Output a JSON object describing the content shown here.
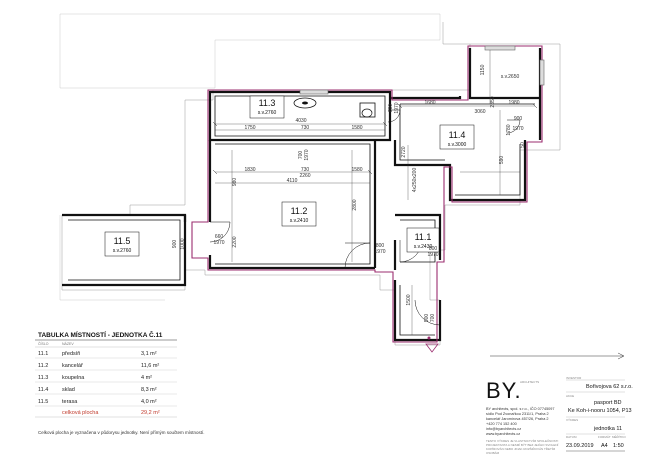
{
  "rooms": [
    {
      "id": "11.1",
      "sv": "s.v.2430"
    },
    {
      "id": "11.2",
      "sv": "s.v.2410"
    },
    {
      "id": "11.3",
      "sv": "s.v.2760"
    },
    {
      "id": "11.4",
      "sv": "s.v.3000"
    },
    {
      "id": "11.5",
      "sv": "s.v.2760"
    }
  ],
  "dimensions": {
    "d1150": "1150",
    "d2650": "s.v.2650",
    "d1680": "1680",
    "d1980": "1980",
    "d4030": "4030",
    "d1750": "1750",
    "d730a": "730",
    "d1580a": "1580",
    "d1830": "1830",
    "d730b": "730",
    "d1580b": "1580",
    "d2260": "2260",
    "d4110": "4110",
    "d3060": "3060",
    "d900": "900",
    "d1970": "1970",
    "d1780": "1780",
    "d2350": "2350",
    "d590": "590",
    "d50": "50",
    "d2720": "2720",
    "d980": "980",
    "d2800": "2800",
    "d700": "700",
    "d1970b": "1970",
    "d4x250": "4x250x200",
    "d800a": "800",
    "d1970c": "1970",
    "d800b": "800",
    "d1970d": "1970",
    "d800c": "800",
    "d1970e": "1970",
    "d1500": "1500",
    "d900b": "900",
    "d1000": "1000",
    "d900c": "900",
    "d700b": "700",
    "d2200": "2200",
    "d1970f": "1970",
    "d660": "660"
  },
  "table": {
    "title": "TABULKA MÍSTNOSTÍ - JEDNOTKA Č.11",
    "head_num": "ČÍSLO",
    "head_name": "NÁZEV",
    "rows": [
      {
        "num": "11.1",
        "name": "předsíň",
        "area": "3,1 m²"
      },
      {
        "num": "11.2",
        "name": "kancelář",
        "area": "11,6 m²"
      },
      {
        "num": "11.3",
        "name": "koupelna",
        "area": "4 m²"
      },
      {
        "num": "11.4",
        "name": "sklad",
        "area": "8,3 m²"
      },
      {
        "num": "11.5",
        "name": "terasa",
        "area": "4,0 m²"
      }
    ],
    "total_label": "celková plocha",
    "total_area": "29,2 m²"
  },
  "note": "Celková plocha je vyznačena v půdorysu jednotky. Není přímým součtem místností.",
  "title_block": {
    "logo": "BY.",
    "logo_sub": "ARCHITECTS",
    "company_lines": [
      "BY architects, spol. s r.o., IČO 07745097",
      "sídlo Pod Zvonařkou 2311/1, Praha 2",
      "kancelář Jaromírova 457/26, Praha 2",
      "+420 774 152 400",
      "info@byarchitects.cz",
      "www.byarchitects.cz"
    ],
    "legal_lines": [
      "TENTO VÝKRES JE VLASTNICTVÍM SPOLEČNOSTI",
      "PROJEKTANTA A NESMÍ BÝT BEZ JEJÍHO SVOLENÍ",
      "KOPÍROVÁN NEBO JINAK ROZŠIŘOVÁN TŘETÍM",
      "OSOBÁM"
    ],
    "investor_label": "INVESTOR",
    "investor": "Bořivojova 62 s.r.o.",
    "akce_label": "AKCE",
    "akce_1": "pasport BD",
    "akce_2": "Ke Koh-i-nooru 1054, P13",
    "vykres_label": "VÝKRES",
    "vykres": "jednotka 11",
    "date": "23.09.2019",
    "format": "A4",
    "scale": "1:50",
    "date_label": "DATUM",
    "format_label": "FORMÁT",
    "scale_label": "MĚŘÍTKO"
  },
  "colors": {
    "unit_outline": "#9b2d6f",
    "wall": "#111111",
    "marker": "#9b2d6f"
  }
}
